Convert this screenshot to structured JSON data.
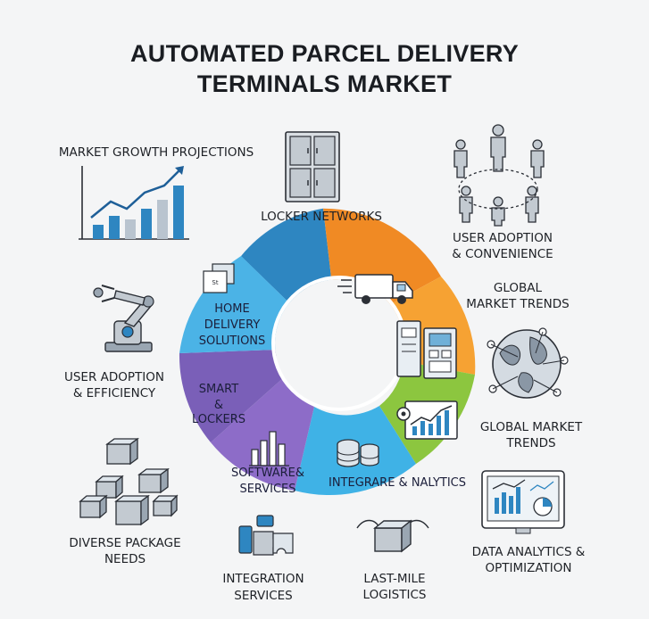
{
  "title": {
    "line1": "AUTOMATED PARCEL DELIVERY",
    "line2": "TERMINALS MARKET"
  },
  "ring_segments": {
    "home_delivery_1": "HOME",
    "home_delivery_2": "DELIVERY",
    "home_delivery_3": "SOLUTIONS",
    "smart_lockers_1": "SMART",
    "smart_lockers_2": "&",
    "smart_lockers_3": "LOCKERS",
    "software_1": "SOFTWARE&",
    "software_2": "SERVICES",
    "integrare": "INTEGRARE & NALYTICS"
  },
  "labels": {
    "market_growth": "MARKET GROWTH PROJECTIONS",
    "locker_networks": "LOCKER NETWORKS",
    "user_adoption_conv_1": "USER ADOPTION",
    "user_adoption_conv_2": "& CONVENIENCE",
    "global_trends_a_1": "GLOBAL",
    "global_trends_a_2": "MARKET TRENDS",
    "user_adoption_eff_1": "USER ADOPTION",
    "user_adoption_eff_2": "& EFFICIENCY",
    "global_trends_b_1": "GLOBAL MARKET",
    "global_trends_b_2": "TRENDS",
    "diverse_package_1": "DIVERSE PACKAGE",
    "diverse_package_2": "NEEDS",
    "data_analytics_1": "DATA ANALYTICS &",
    "data_analytics_2": "OPTIMIZATION",
    "integration_services_1": "INTEGRATION",
    "integration_services_2": "SERVICES",
    "last_mile_1": "LAST-MILE",
    "last_mile_2": "LOGISTICS"
  },
  "ring_colors": {
    "blue": "#2e86c1",
    "orange": "#f08a24",
    "amber": "#f6a233",
    "green": "#8cc63f",
    "sky": "#3fb2e6",
    "purple": "#7a5fb8",
    "violet": "#8d6cc8",
    "light_blue": "#4bb3e6"
  },
  "icons": {
    "growth_chart": "bar-line-chart-icon",
    "locker": "locker-cabinet-icon",
    "people_network": "people-network-icon",
    "truck": "delivery-truck-icon",
    "kiosk": "parcel-terminal-icon",
    "globe": "globe-network-icon",
    "robot_arm": "robot-arm-icon",
    "chart_gear": "trend-chart-icon",
    "boxes": "package-boxes-icon",
    "monitor": "analytics-monitor-icon",
    "puzzle": "puzzle-integration-icon",
    "flying_box": "flying-parcel-icon",
    "database": "database-stack-icon",
    "bars": "bar-chart-icon",
    "small_boxes": "stacked-boxes-icon"
  }
}
